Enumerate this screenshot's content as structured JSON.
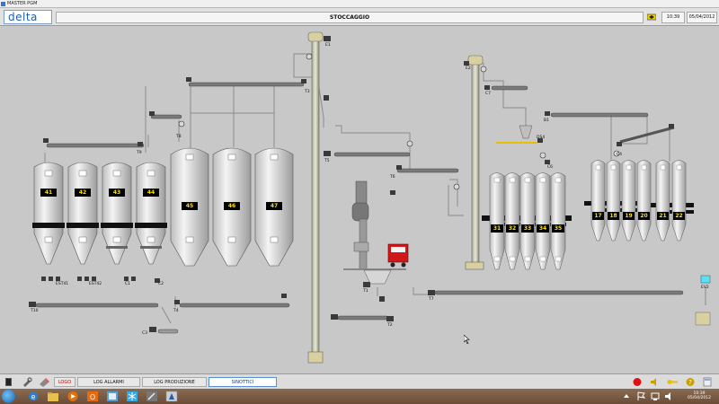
{
  "window": {
    "title": "MASTER PGM"
  },
  "header": {
    "logo": "delta",
    "title": "STOCCAGGIO",
    "time": "10:39",
    "date": "05/04/2012"
  },
  "synoptic": {
    "silos": [
      {
        "id": "41"
      },
      {
        "id": "42"
      },
      {
        "id": "43"
      },
      {
        "id": "44"
      },
      {
        "id": "45"
      },
      {
        "id": "46"
      },
      {
        "id": "47"
      },
      {
        "id": "31"
      },
      {
        "id": "32"
      },
      {
        "id": "33"
      },
      {
        "id": "34"
      },
      {
        "id": "35"
      },
      {
        "id": "17"
      },
      {
        "id": "18"
      },
      {
        "id": "19"
      },
      {
        "id": "20"
      },
      {
        "id": "21"
      },
      {
        "id": "22"
      }
    ],
    "labels": {
      "e1": "E1",
      "e2": "E2",
      "t1": "T1",
      "t2": "T2",
      "t3": "T3",
      "t5": "T5",
      "t6": "T6",
      "t7": "T7",
      "t8": "T8",
      "t9": "T9",
      "t10": "T10",
      "c1": "C1",
      "c2": "C2",
      "c3": "C3",
      "c4": "C4",
      "c6": "C6",
      "c7": "C7",
      "b1": "B1",
      "b4": "B4",
      "ds4": "DS4",
      "ev2": "EV2",
      "est41": "EST41",
      "est42": "EST42"
    }
  },
  "toolbar": {
    "logo": "LOGO",
    "log_allarmi": "LOG ALLARMI",
    "log_produzione": "LOG PRODUZIONE",
    "sinottici": "SINOTTICI"
  },
  "taskbar": {
    "time": "10:39",
    "date": "05/04/2012"
  },
  "colors": {
    "background": "#c8c8c8",
    "silo_fill": "#e6e6e6",
    "belt": "#6a6a6a",
    "display": "#ffe000",
    "truck": "#d01818",
    "active_tab": "#5a8fd6",
    "ev2": "#5fe0f0"
  }
}
